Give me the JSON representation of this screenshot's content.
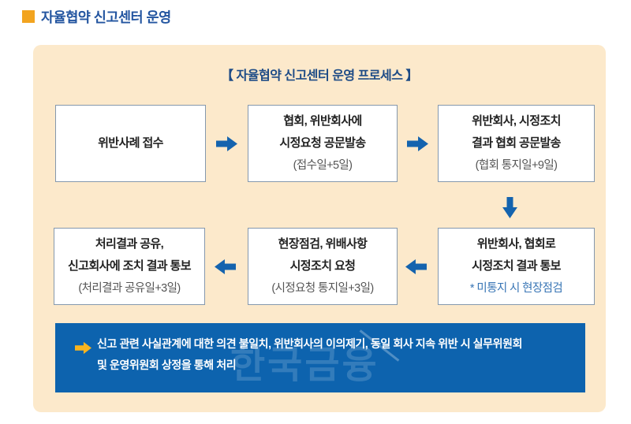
{
  "header": {
    "title": "자율협약 신고센터 운영"
  },
  "panel": {
    "subtitle": "【 자율협약 신고센터 운영 프로세스 】"
  },
  "flow": {
    "boxes": [
      {
        "line1": "위반사례 접수"
      },
      {
        "line1": "협회, 위반회사에",
        "line2": "시정요청 공문발송",
        "note": "(접수일+5일)"
      },
      {
        "line1": "위반회사, 시정조치",
        "line2": "결과 협회 공문발송",
        "note": "(협회 통지일+9일)"
      },
      {
        "line1": "위반회사, 협회로",
        "line2": "시정조치 결과 통보",
        "note": "* 미통지 시 현장점검"
      },
      {
        "line1": "현장점검, 위배사항",
        "line2": "시정조치 요청",
        "note": "(시정요청 통지일+3일)"
      },
      {
        "line1": "처리결과 공유,",
        "line2": "신고회사에 조치 결과 통보",
        "note": "(처리결과 공유일+3일)"
      }
    ]
  },
  "banner": {
    "text": "신고 관련 사실관계에 대한 의견 불일치, 위반회사의 이의제기, 동일 회사 지속 위반 시 실무위원회\n및 운영위원회 상정을 통해 처리"
  },
  "watermark": {
    "text": "한국금융"
  },
  "colors": {
    "accent_orange": "#F2A41F",
    "title_navy": "#2355A0",
    "subtitle_navy": "#1D4B86",
    "panel_cream": "#FCE9CB",
    "box_border": "#8598AD",
    "arrow_blue": "#1463AE",
    "banner_blue": "#0D63AE",
    "banner_arrow_yellow": "#F9B41E",
    "note_blue": "#3875B5"
  }
}
